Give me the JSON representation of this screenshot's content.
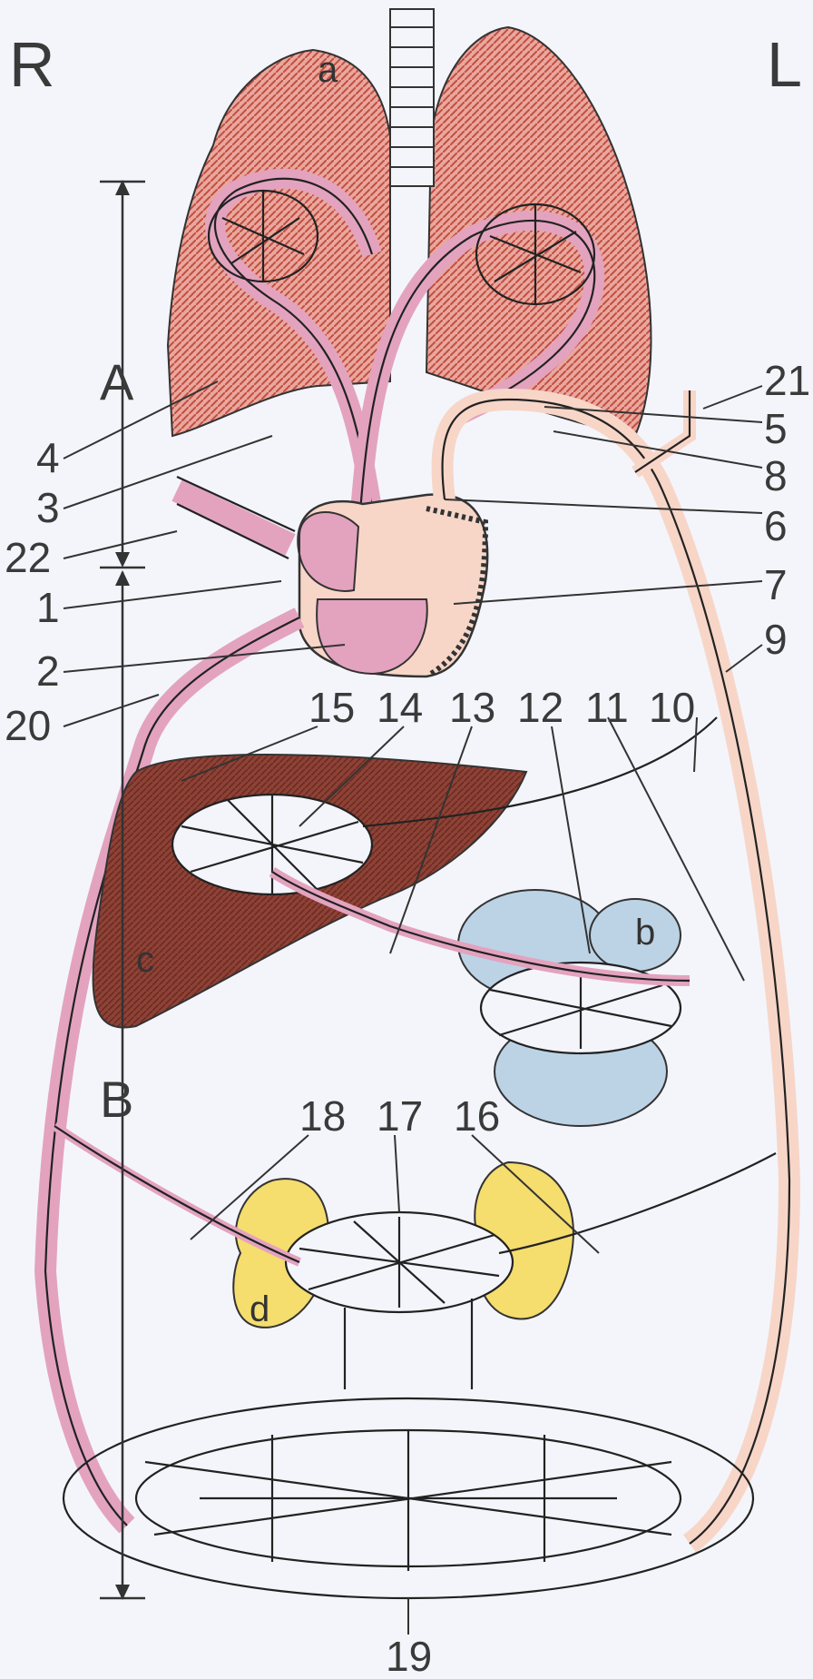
{
  "diagram": {
    "sides": {
      "right": "R",
      "left": "L"
    },
    "regions": {
      "a": "A",
      "b": "B"
    },
    "organs": {
      "lungs": "a",
      "intestine": "b",
      "liver": "c",
      "kidney": "d"
    },
    "labels": [
      "1",
      "2",
      "3",
      "4",
      "5",
      "6",
      "7",
      "8",
      "9",
      "10",
      "11",
      "12",
      "13",
      "14",
      "15",
      "16",
      "17",
      "18",
      "19",
      "20",
      "21",
      "22"
    ],
    "colors": {
      "lung": "#c9574a",
      "lung_bg": "#f0c4c0",
      "venous": "#e3a3bf",
      "arterial": "#f7d6c8",
      "liver": "#8a3e35",
      "intestine": "#bcd3e6",
      "kidney": "#f5dd6e"
    }
  }
}
